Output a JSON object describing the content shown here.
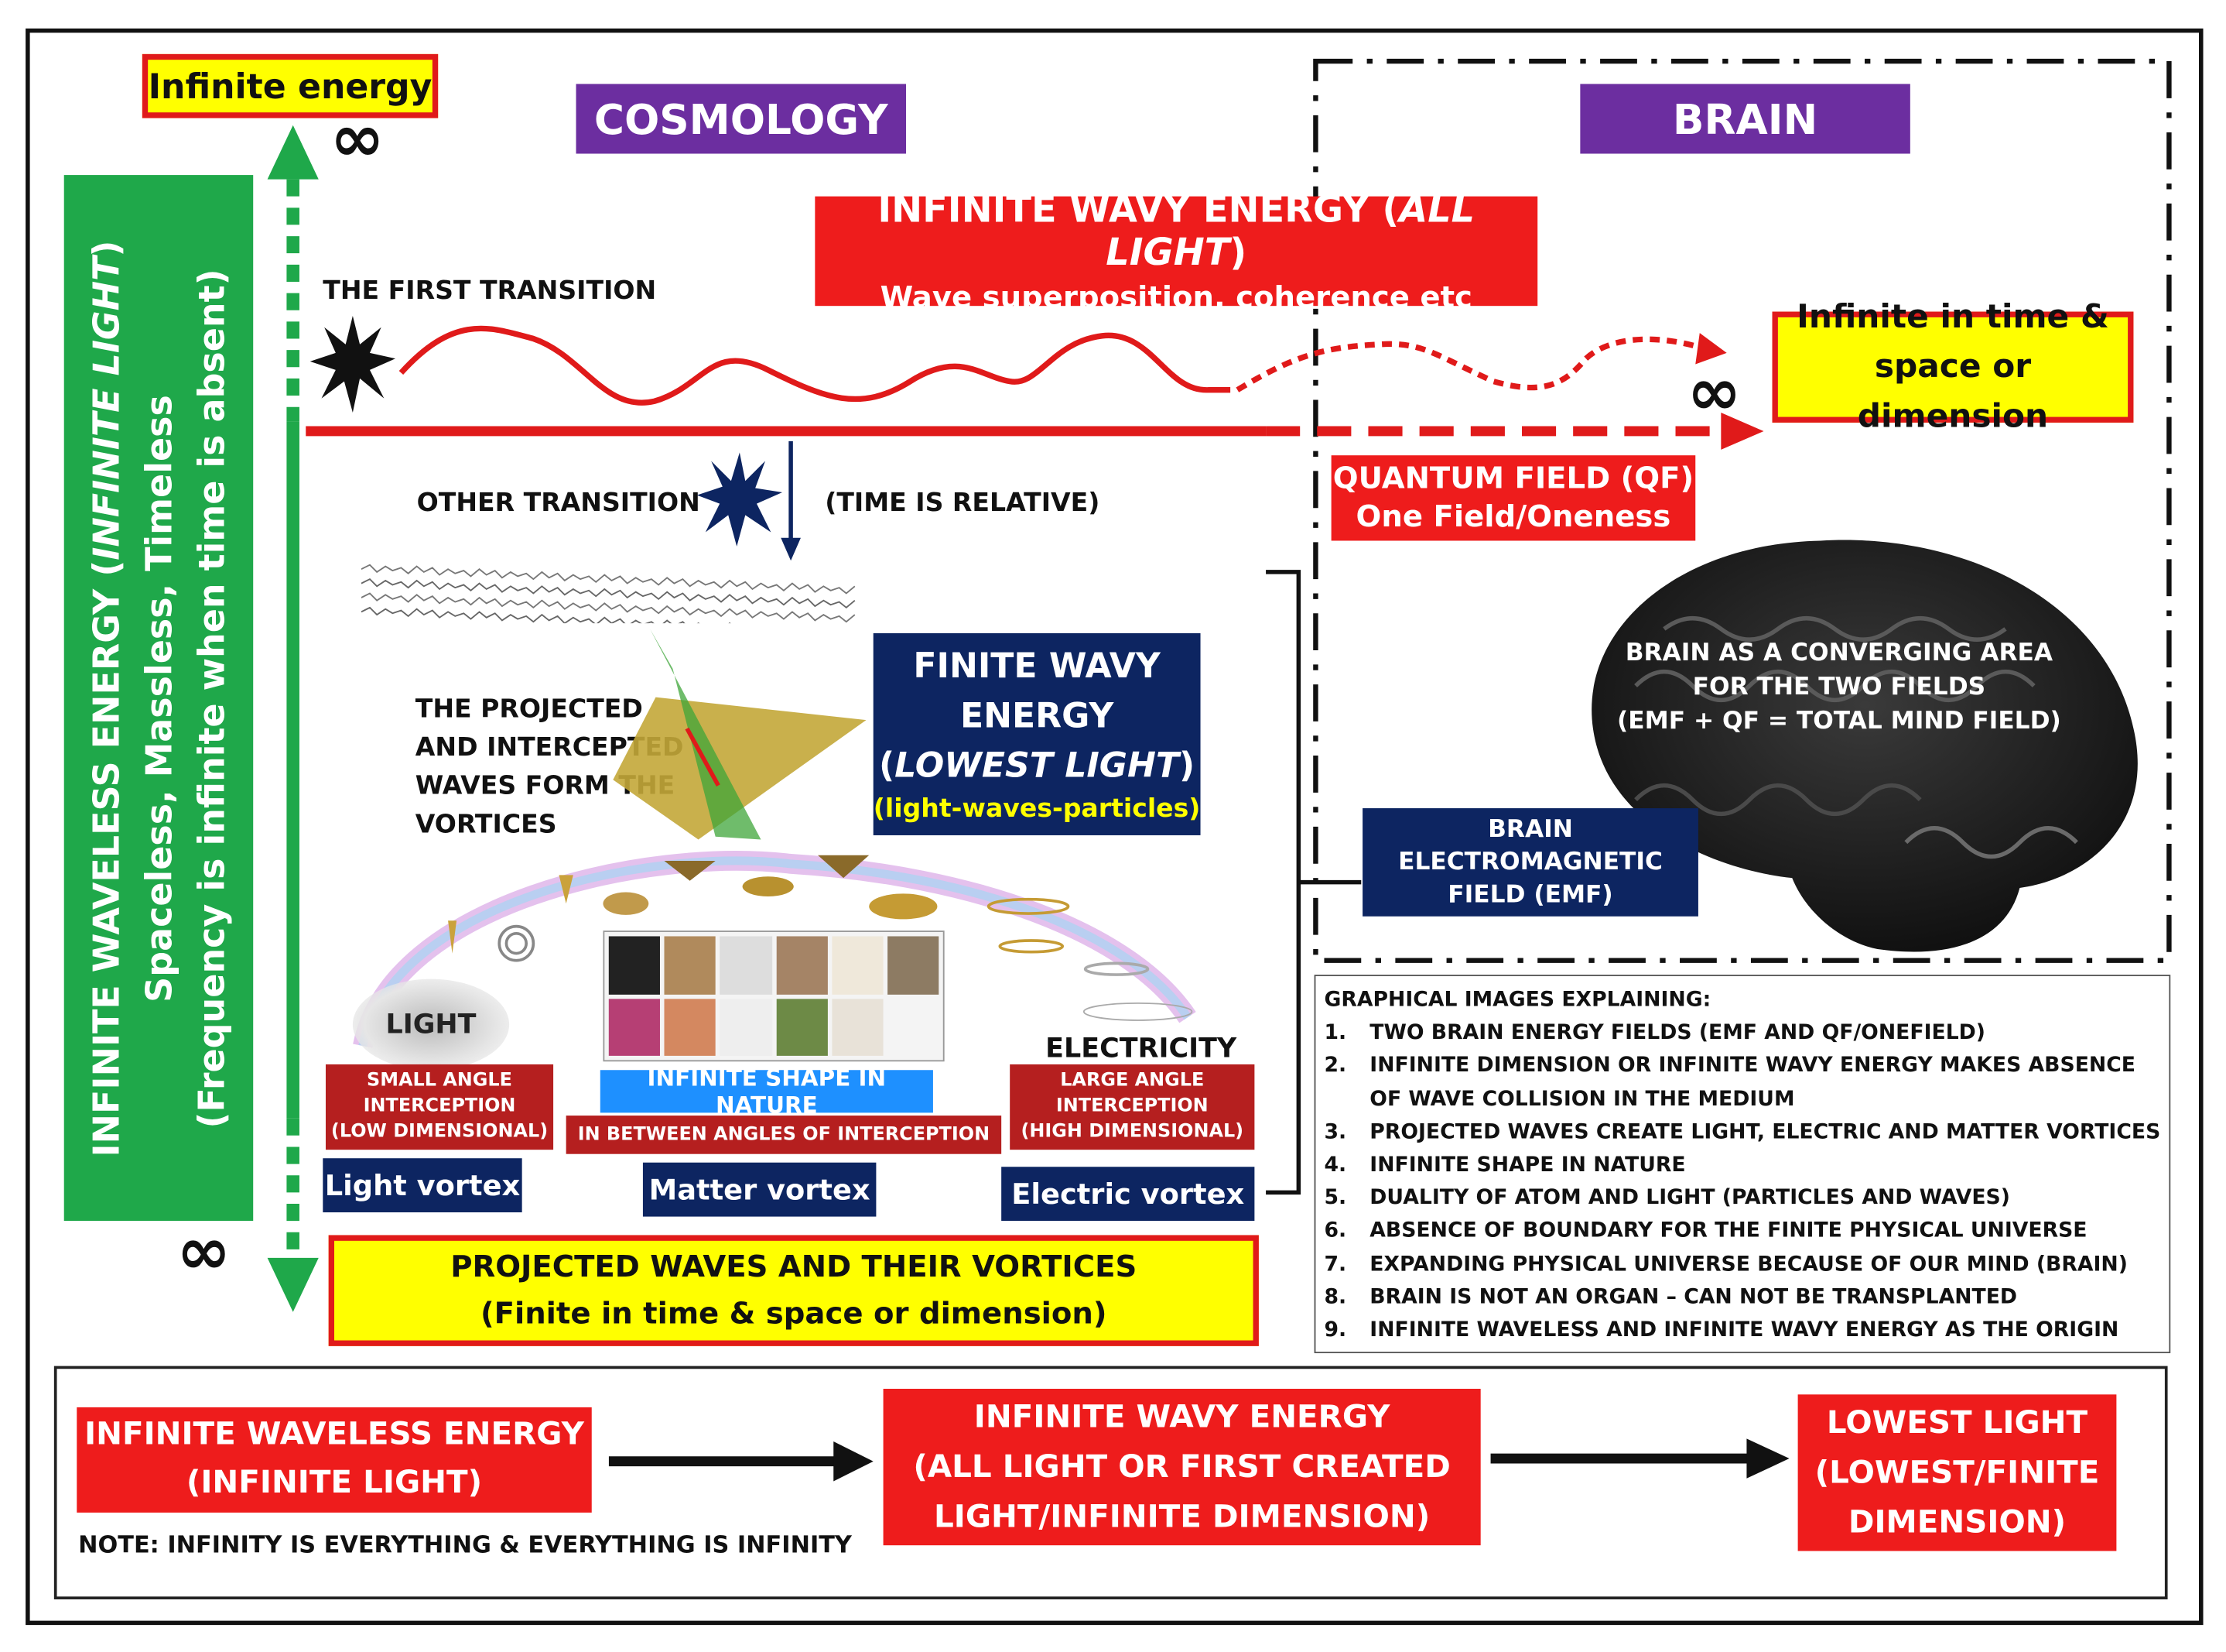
{
  "colors": {
    "red": "#ee1c1c",
    "yellow": "#ffff00",
    "green": "#1fa84a",
    "navy": "#0d2561",
    "purple": "#6c2ea0",
    "dark_red": "#b51f1f",
    "blue_label": "#1e90ff"
  },
  "infinity": "∞",
  "top_left_label": "Infinite energy",
  "left_bar": {
    "line1": "INFINITE WAVELESS ENERGY (",
    "line1_em": "INFINITE LIGHT",
    "line1_end": ")",
    "line2": "Spaceless, Massless, Timeless",
    "line3": "(Frequency is infinite when time is absent)"
  },
  "cosmology_header": "COSMOLOGY",
  "brain_header": "BRAIN",
  "infinite_wavy": {
    "line1": "INFINITE WAVY ENERGY (",
    "line1_em": "ALL LIGHT",
    "line1_end": ")",
    "line2": "Wave superposition, coherence etc"
  },
  "first_transition": "THE FIRST TRANSITION",
  "infinite_time": {
    "line1": "Infinite in time &",
    "line2": "space or dimension"
  },
  "quantum_field": {
    "line1": "QUANTUM FIELD (QF)",
    "line2": "One Field/Oneness"
  },
  "other_transition": "OTHER TRANSITION",
  "time_relative": "(TIME IS RELATIVE)",
  "projected_text": {
    "l1": "THE PROJECTED",
    "l2": "AND INTERCEPTED",
    "l3": "WAVES FORM THE",
    "l4": "VORTICES"
  },
  "finite_wavy": {
    "l1": "FINITE WAVY",
    "l2": "ENERGY",
    "l3_pre": "(",
    "l3_em": "LOWEST LIGHT",
    "l3_end": ")",
    "l4": "(light-waves-particles)"
  },
  "brain_converging": {
    "l1": "BRAIN AS A CONVERGING AREA",
    "l2": "FOR THE TWO FIELDS",
    "l3": "(EMF + QF = TOTAL MIND FIELD)"
  },
  "brain_emf": {
    "l1": "BRAIN",
    "l2": "ELECTROMAGNETIC",
    "l3": "FIELD (EMF)"
  },
  "light_label": "LIGHT",
  "electricity_label": "ELECTRICITY",
  "small_angle": {
    "l1": "SMALL ANGLE",
    "l2": "INTERCEPTION",
    "l3": "(LOW DIMENSIONAL)"
  },
  "infinite_shape": "INFINITE SHAPE IN NATURE",
  "in_between": "IN BETWEEN ANGLES OF INTERCEPTION",
  "large_angle": {
    "l1": "LARGE ANGLE",
    "l2": "INTERCEPTION",
    "l3": "(HIGH DIMENSIONAL)"
  },
  "vortices": {
    "light": "Light vortex",
    "matter": "Matter vortex",
    "electric": "Electric vortex"
  },
  "projected_waves": {
    "l1": "PROJECTED WAVES AND THEIR VORTICES",
    "l2": "(Finite in time & space or dimension)"
  },
  "explain": {
    "title": "GRAPHICAL IMAGES EXPLAINING:",
    "items": [
      {
        "n": "1.",
        "t": "TWO BRAIN ENERGY FIELDS (EMF AND QF/ONEFIELD)"
      },
      {
        "n": "2.",
        "t": "INFINITE DIMENSION OR INFINITE WAVY ENERGY MAKES ABSENCE"
      },
      {
        "n": "",
        "t": "OF WAVE COLLISION IN THE MEDIUM"
      },
      {
        "n": "3.",
        "t": "PROJECTED WAVES CREATE LIGHT, ELECTRIC AND MATTER VORTICES"
      },
      {
        "n": "4.",
        "t": "INFINITE SHAPE IN NATURE"
      },
      {
        "n": "5.",
        "t": "DUALITY OF ATOM AND LIGHT (PARTICLES AND WAVES)"
      },
      {
        "n": "6.",
        "t": "ABSENCE OF BOUNDARY FOR THE FINITE PHYSICAL UNIVERSE"
      },
      {
        "n": "7.",
        "t": "EXPANDING PHYSICAL UNIVERSE BECAUSE OF OUR MIND (BRAIN)"
      },
      {
        "n": "8.",
        "t": "BRAIN IS NOT AN ORGAN – CAN NOT BE TRANSPLANTED"
      },
      {
        "n": "9.",
        "t": "INFINITE WAVELESS AND INFINITE WAVY ENERGY AS THE ORIGIN"
      }
    ]
  },
  "bottom": {
    "box1": {
      "l1": "INFINITE WAVELESS ENERGY",
      "l2": "(INFINITE LIGHT)"
    },
    "box2": {
      "l1": "INFINITE WAVY ENERGY",
      "l2": "(ALL LIGHT OR FIRST CREATED",
      "l3": "LIGHT/INFINITE DIMENSION)"
    },
    "box3": {
      "l1": "LOWEST LIGHT",
      "l2": "(LOWEST/FINITE",
      "l3": "DIMENSION)"
    },
    "note": "NOTE: INFINITY IS EVERYTHING & EVERYTHING IS INFINITY"
  }
}
